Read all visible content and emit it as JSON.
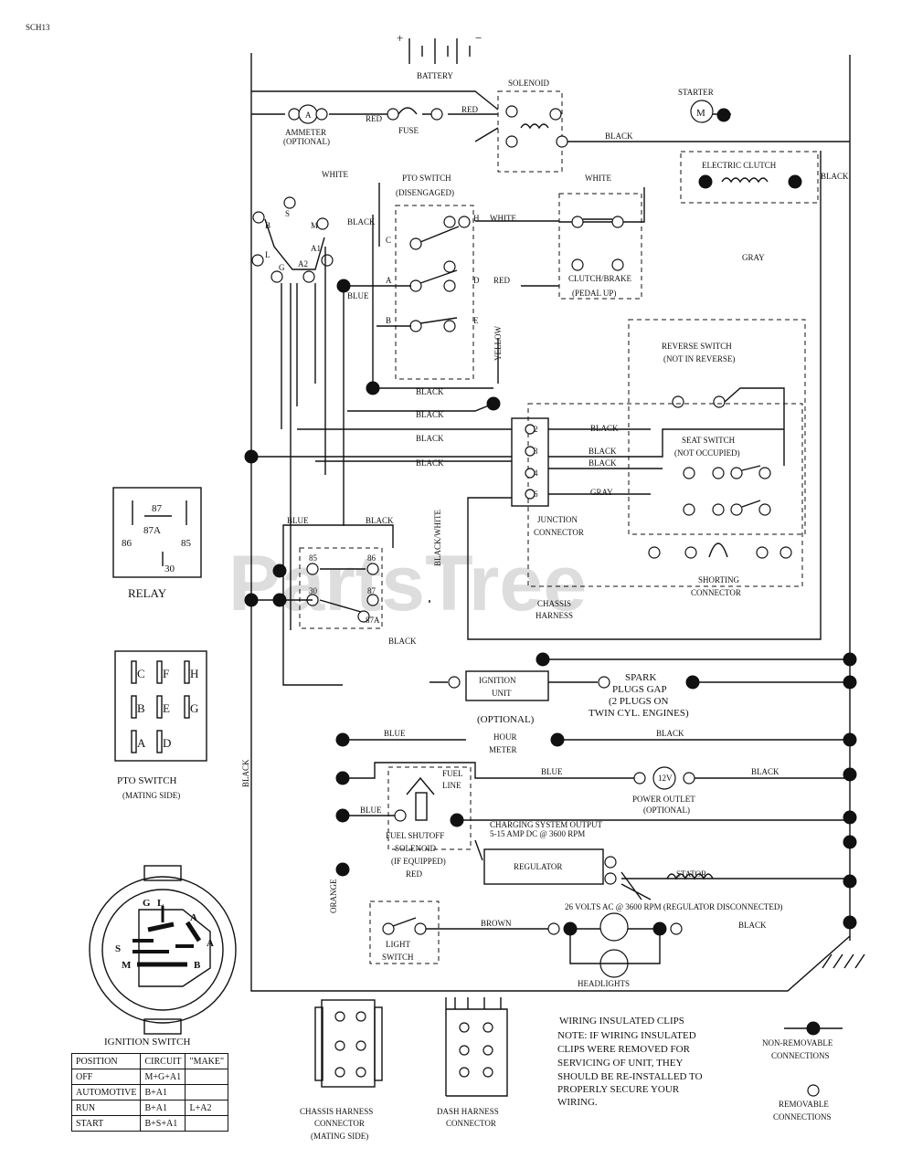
{
  "header": {
    "code": "SCH13"
  },
  "watermark": "PartsTree",
  "labels": {
    "battery": "BATTERY",
    "solenoid": "SOLENOID",
    "starter": "STARTER",
    "starter_m": "M",
    "ammeter": "AMMETER",
    "ammeter_opt": "(OPTIONAL)",
    "ammeter_a": "A",
    "fuse": "FUSE",
    "red1": "RED",
    "red2": "RED",
    "black_top": "BLACK",
    "white1": "WHITE",
    "white2": "WHITE",
    "electric_clutch": "ELECTRIC CLUTCH",
    "black_clutch": "BLACK",
    "pto_switch": "PTO SWITCH",
    "pto_disengaged": "(DISENGAGED)",
    "white_h": "WHITE",
    "red_d": "RED",
    "black_c": "BLACK",
    "blue_a": "BLUE",
    "clutch_brake": "CLUTCH/BRAKE",
    "pedal_up": "(PEDAL UP)",
    "gray_top": "GRAY",
    "reverse_switch": "REVERSE SWITCH",
    "not_reverse": "(NOT IN REVERSE)",
    "black_w1": "BLACK",
    "black_w2": "BLACK",
    "black_w3": "BLACK",
    "black_w4": "BLACK",
    "black_j1": "BLACK",
    "black_j2": "BLACK",
    "black_j3": "BLACK",
    "gray_j": "GRAY",
    "seat_switch": "SEAT SWITCH",
    "not_occupied": "(NOT OCCUPIED)",
    "junction": "JUNCTION",
    "connector": "CONNECTOR",
    "shorting": "SHORTING",
    "shorting_conn": "CONNECTOR",
    "chassis": "CHASSIS",
    "harness": "HARNESS",
    "blue_relay": "BLUE",
    "black_relay": "BLACK",
    "black_white": "BLACK/WHITE",
    "black_mid": "BLACK",
    "relay_85": "85",
    "relay_86": "86",
    "relay_30": "30",
    "relay_87": "87",
    "relay_87a": "87A",
    "relay_title": "RELAY",
    "ignition_unit": "IGNITION",
    "ignition_unit2": "UNIT",
    "spark": "SPARK",
    "plugs_gap": "PLUGS GAP",
    "two_plugs": "(2 PLUGS ON",
    "twin": "TWIN CYL. ENGINES)",
    "optional": "(OPTIONAL)",
    "hour": "HOUR",
    "meter": "METER",
    "black_hour": "BLACK",
    "blue_hour": "BLUE",
    "fuel": "FUEL",
    "line": "LINE",
    "blue_fuel": "BLUE",
    "black_power": "BLACK",
    "power_outlet": "POWER OUTLET",
    "power_opt": "(OPTIONAL)",
    "twelve_v": "12V",
    "blue_sol": "BLUE",
    "fuel_shutoff": "FUEL SHUTOFF",
    "solenoid2": "SOLENOID",
    "if_equipped": "(IF EQUIPPED)",
    "red_sol": "RED",
    "charging": "CHARGING SYSTEM OUTPUT",
    "charging2": "5-15 AMP DC @ 3600 RPM",
    "regulator": "REGULATOR",
    "stator": "STATOR",
    "ac_volts": "26 VOLTS AC @ 3600 RPM (REGULATOR DISCONNECTED)",
    "brown": "BROWN",
    "black_light": "BLACK",
    "light_switch": "LIGHT",
    "light_switch2": "SWITCH",
    "headlights": "HEADLIGHTS",
    "orange": "ORANGE",
    "black_left": "BLACK",
    "pto_mating": "PTO SWITCH",
    "pto_mating2": "(MATING SIDE)",
    "ign_switch": "IGNITION SWITCH",
    "chassis_conn": "CHASSIS HARNESS",
    "chassis_conn2": "CONNECTOR",
    "chassis_conn3": "(MATING SIDE)",
    "dash_conn": "DASH HARNESS",
    "dash_conn2": "CONNECTOR",
    "note1": "WIRING INSULATED CLIPS",
    "note2": "NOTE:  IF WIRING INSULATED",
    "note3": "CLIPS WERE REMOVED FOR",
    "note4": "SERVICING OF UNIT, THEY",
    "note5": "SHOULD BE RE-INSTALLED TO",
    "note6": "PROPERLY SECURE YOUR",
    "note7": "WIRING.",
    "non_removable": "NON-REMOVABLE",
    "non_removable2": "CONNECTIONS",
    "removable": "REMOVABLE",
    "removable2": "CONNECTIONS"
  },
  "pto_letters": [
    "C",
    "F",
    "H",
    "B",
    "E",
    "G",
    "A",
    "D"
  ],
  "ign_letters": {
    "g": "G",
    "l": "L",
    "a1": "A",
    "s": "S",
    "a2": "A",
    "m": "M",
    "b": "B"
  },
  "ign_table": {
    "headers": [
      "POSITION",
      "CIRCUIT",
      "\"MAKE\""
    ],
    "rows": [
      [
        "OFF",
        "M+G+A1",
        ""
      ],
      [
        "AUTOMOTIVE",
        "B+A1",
        ""
      ],
      [
        "RUN",
        "B+A1",
        "L+A2"
      ],
      [
        "START",
        "B+S+A1",
        ""
      ]
    ]
  }
}
